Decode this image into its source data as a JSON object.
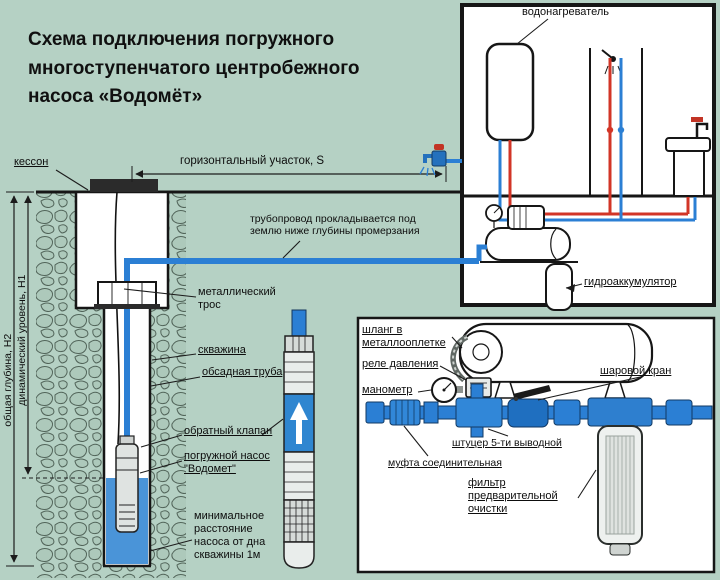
{
  "colors": {
    "background": "#b5d1c4",
    "pipe_blue": "#2b7fd4",
    "pipe_red": "#d23527",
    "line": "#161616",
    "panel": "#ffffff",
    "water": "#4a94d8"
  },
  "title": {
    "line1": "Схема подключения погружного",
    "line2": "многоступенчатого центробежного",
    "line3": "насоса «Водомёт»"
  },
  "labels": {
    "water_heater": "водонагреватель",
    "caisson": "кессон",
    "horizontal_section": "горизонтальный участок, S",
    "pipeline_note": "трубопровод прокладывается под землю ниже глубины промерзания",
    "metal_cable": "металлический трос",
    "borehole": "скважина",
    "casing_pipe": "обсадная труба",
    "check_valve": "обратный клапан",
    "submersible_pump": "погружной насос \"Водомет\"",
    "min_distance": "минимальное расстояние насоса от дна скважины 1м",
    "hydroaccumulator": "гидроаккумулятор",
    "total_depth": "общая глубина, H2",
    "dynamic_level": "динамический уровень, H1",
    "hose_braid": "шланг в металлооплетке",
    "pressure_relay": "реле давления",
    "manometer": "манометр",
    "ball_valve": "шаровой кран",
    "five_way_fitting": "штуцер 5-ти выводной",
    "coupling": "муфта соединительная",
    "prefilter": "фильтр предварительной очистки"
  }
}
